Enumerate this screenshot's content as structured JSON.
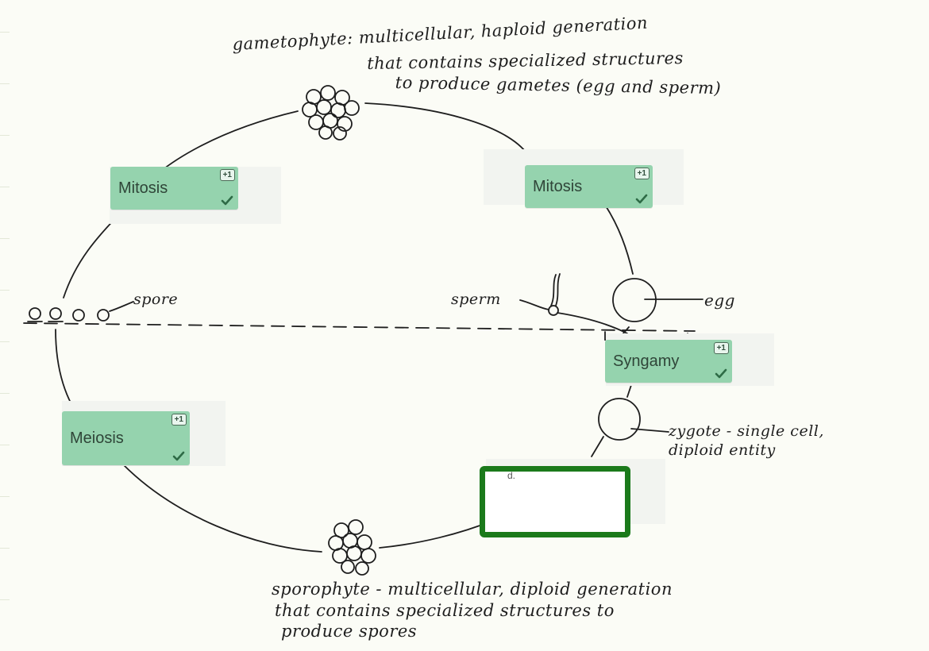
{
  "labels": {
    "gametophyte": [
      "gametophyte: multicellular, haploid generation",
      "that contains specialized structures",
      "to produce gametes (egg and sperm)"
    ],
    "sporophyte": [
      "sporophyte - multicellular, diploid generation",
      "that contains specialized structures to",
      "produce   spores"
    ],
    "spore": "spore",
    "sperm": "sperm",
    "egg": "egg",
    "zygote": [
      "zygote - single cell,",
      "diploid entity"
    ]
  },
  "answers": [
    {
      "id": "mitosis-left",
      "label": "Mitosis",
      "badge": "+1"
    },
    {
      "id": "mitosis-right",
      "label": "Mitosis",
      "badge": "+1"
    },
    {
      "id": "syngamy",
      "label": "Syngamy",
      "badge": "+1"
    },
    {
      "id": "meiosis",
      "label": "Meiosis",
      "badge": "+1"
    }
  ],
  "drop_zone": {
    "fragment": "d."
  },
  "colors": {
    "answer_fill": "#95d3ae",
    "answer_text": "#2f4538",
    "check": "#2e6b46",
    "highlight": "#1b7a1b"
  }
}
